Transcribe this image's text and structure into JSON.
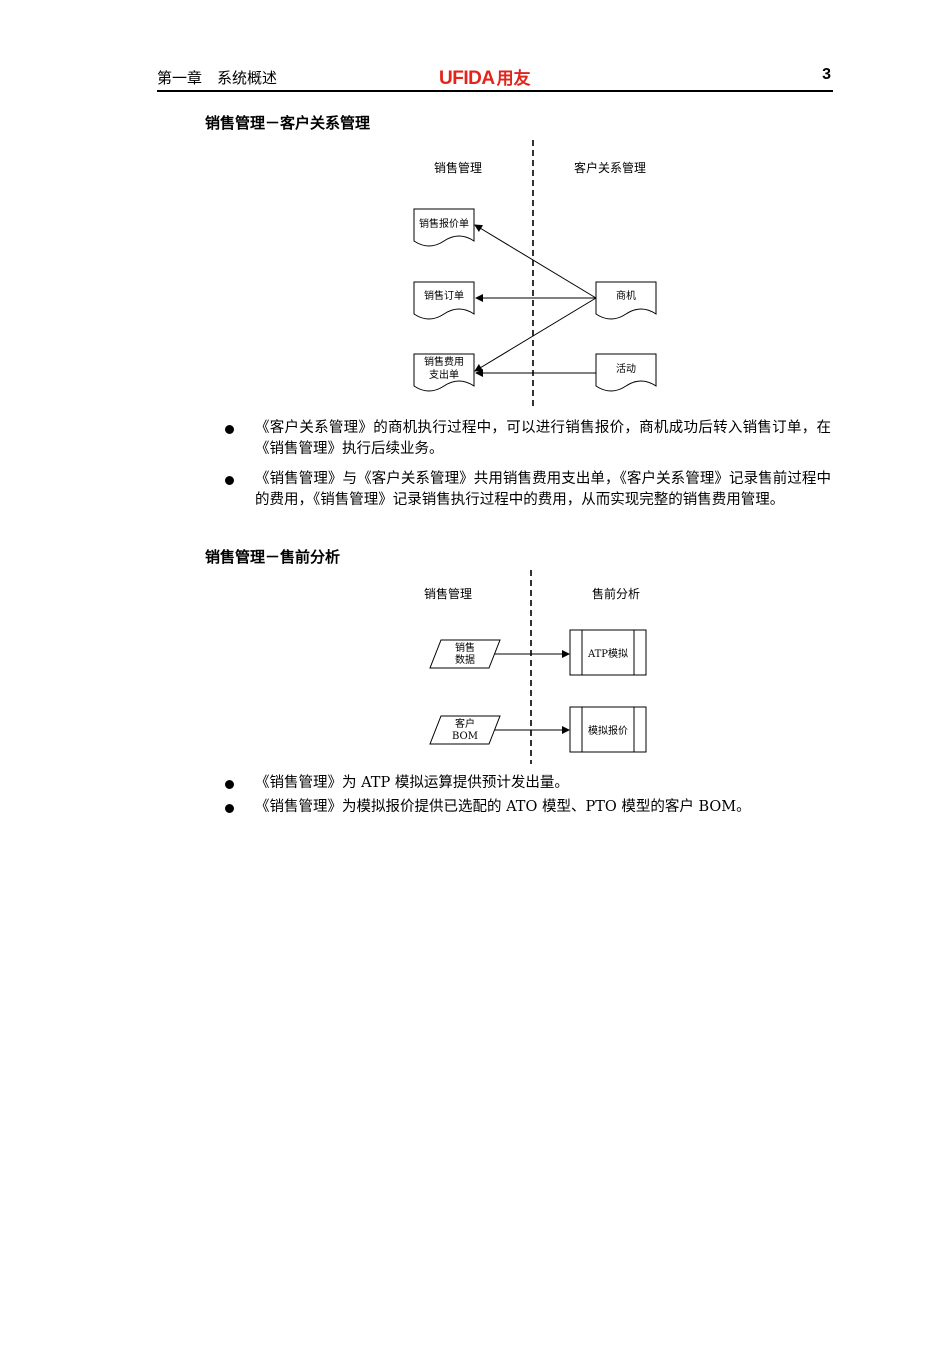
{
  "header": {
    "chapter": "第一章　系统概述",
    "logo_latin": "UFIDA",
    "logo_cn": "用友",
    "page_number": "3"
  },
  "section1": {
    "title": "销售管理－客户关系管理",
    "diagram": {
      "left_label": "销售管理",
      "right_label": "客户关系管理",
      "doc_quote": "销售报价单",
      "doc_order": "销售订单",
      "doc_expense_line1": "销售费用",
      "doc_expense_line2": "支出单",
      "doc_opportunity": "商机",
      "doc_activity": "活动"
    },
    "bullets": [
      "《客户关系管理》的商机执行过程中，可以进行销售报价，商机成功后转入销售订单，在《销售管理》执行后续业务。",
      "《销售管理》与《客户关系管理》共用销售费用支出单，《客户关系管理》记录售前过程中的费用，《销售管理》记录销售执行过程中的费用，从而实现完整的销售费用管理。"
    ]
  },
  "section2": {
    "title": "销售管理－售前分析",
    "diagram": {
      "left_label": "销售管理",
      "right_label": "售前分析",
      "data_sales_line1": "销售",
      "data_sales_line2": "数据",
      "data_bom_line1": "客户",
      "data_bom_line2": "BOM",
      "proc_atp": "ATP模拟",
      "proc_quote": "模拟报价"
    },
    "bullets": [
      "《销售管理》为 ATP 模拟运算提供预计发出量。",
      "《销售管理》为模拟报价提供已选配的 ATO 模型、PTO 模型的客户 BOM。"
    ]
  }
}
